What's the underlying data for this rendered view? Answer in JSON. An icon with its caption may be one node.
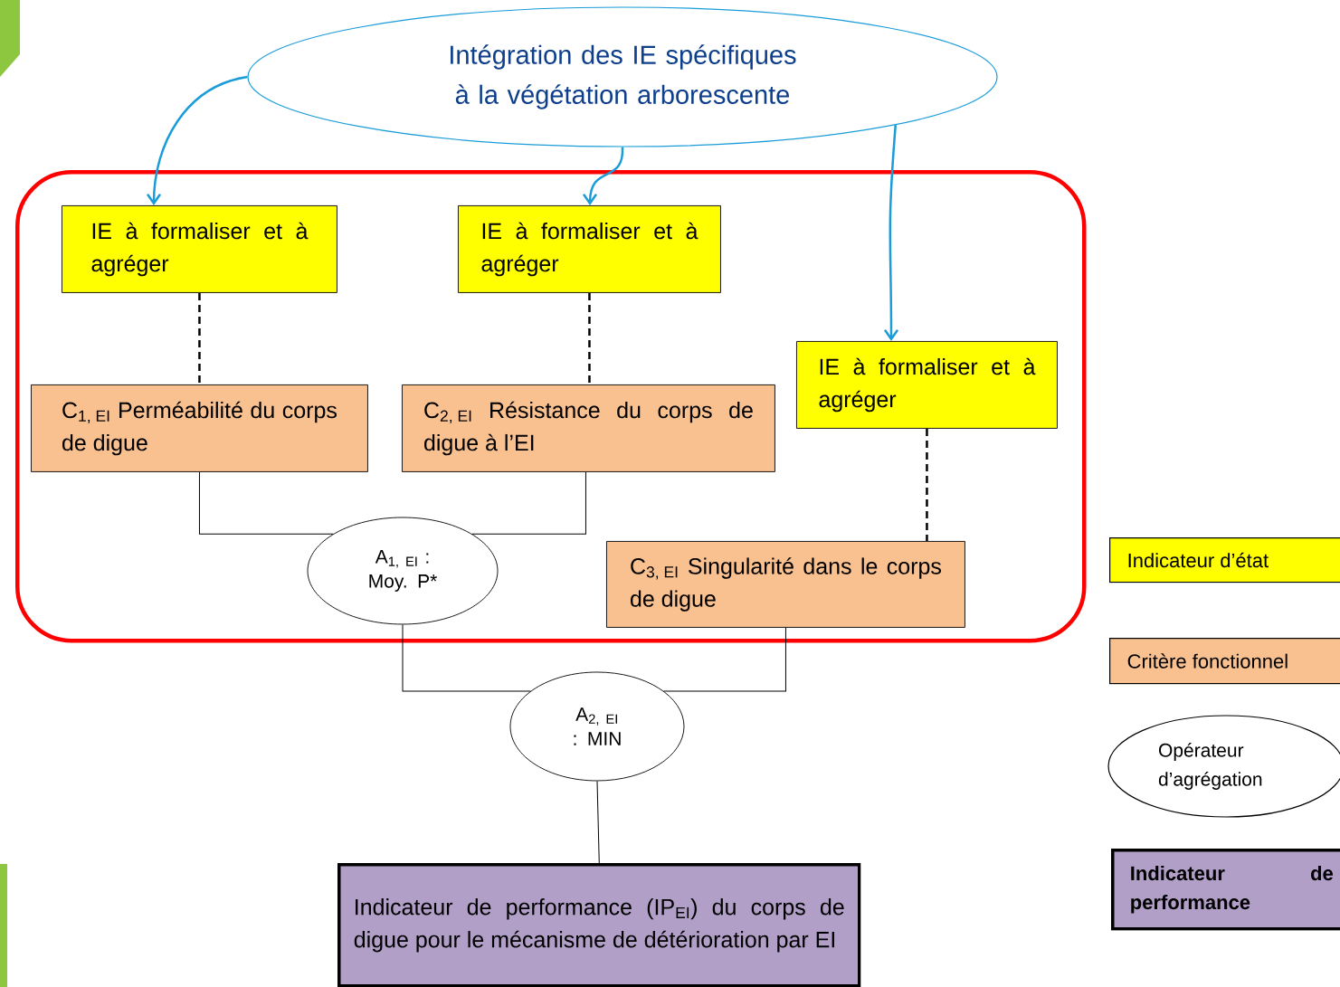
{
  "diagram": {
    "nodes": [
      {
        "text": [
          "Intégration des IE spécifiques à la végétation arborescente"
        ]
      },
      {
        "text": [],
        "shape": "box"
      },
      {
        "text": [
          "IE à formaliser et à agréger"
        ],
        "in": 1
      },
      {
        "text": [
          "IE à formaliser et à agréger"
        ],
        "in": 1
      },
      {
        "text": [
          "IE à formaliser et à agréger"
        ],
        "in": 1
      },
      {
        "text": [
          "C$_{1,  EI}$ Perméabilité du corps de digue"
        ],
        "in": 1
      },
      {
        "text": [
          "C$_{2, EI}$ Résistance du corps de digue à l’EI"
        ],
        "in": 1
      },
      {
        "text": [
          "A$_{1, EI}$ : Moy. P*"
        ],
        "in": 1
      },
      {
        "text": [
          "C$_{3, EI}$ Singularité dans le corps de digue"
        ],
        "in": 1
      },
      {
        "text": [
          "A$_{2, EI}$ : MIN"
        ]
      },
      {
        "text": [
          "Indicateur de performance (IP$_{EI}$) du corps de digue pour le mécanisme de détérioration par EI"
        ]
      }
    ],
    "edges": [
      {
        "from": 0,
        "to": 2,
        "arrow": "to",
        "color": "#1a9cd8"
      },
      {
        "from": 0,
        "to": 3,
        "arrow": "to",
        "color": "#1a9cd8"
      },
      {
        "from": 0,
        "to": 4,
        "arrow": "to",
        "color": "#1a9cd8"
      },
      {
        "from": 2,
        "to": 5,
        "arrow": "none",
        "style": "dashed"
      },
      {
        "from": 3,
        "to": 6,
        "arrow": "none",
        "style": "dashed"
      },
      {
        "from": 4,
        "to": 8,
        "arrow": "none",
        "style": "dashed"
      },
      {
        "from": 5,
        "to": 7,
        "arrow": "none"
      },
      {
        "from": 6,
        "to": 7,
        "arrow": "none"
      },
      {
        "from": 7,
        "to": 9,
        "arrow": "none"
      },
      {
        "from": 8,
        "to": 9,
        "arrow": "none"
      },
      {
        "from": 9,
        "to": 10,
        "arrow": "none"
      }
    ],
    "legend": [
      {
        "text": "Indicateur d’état",
        "color": "#ffff00"
      },
      {
        "text": "Critère fonctionnel",
        "color": "#f9c090"
      },
      {
        "text": "Opérateur d’agrégation"
      },
      {
        "text": "Indicateur de performance",
        "color": "#b19fc8"
      }
    ]
  }
}
